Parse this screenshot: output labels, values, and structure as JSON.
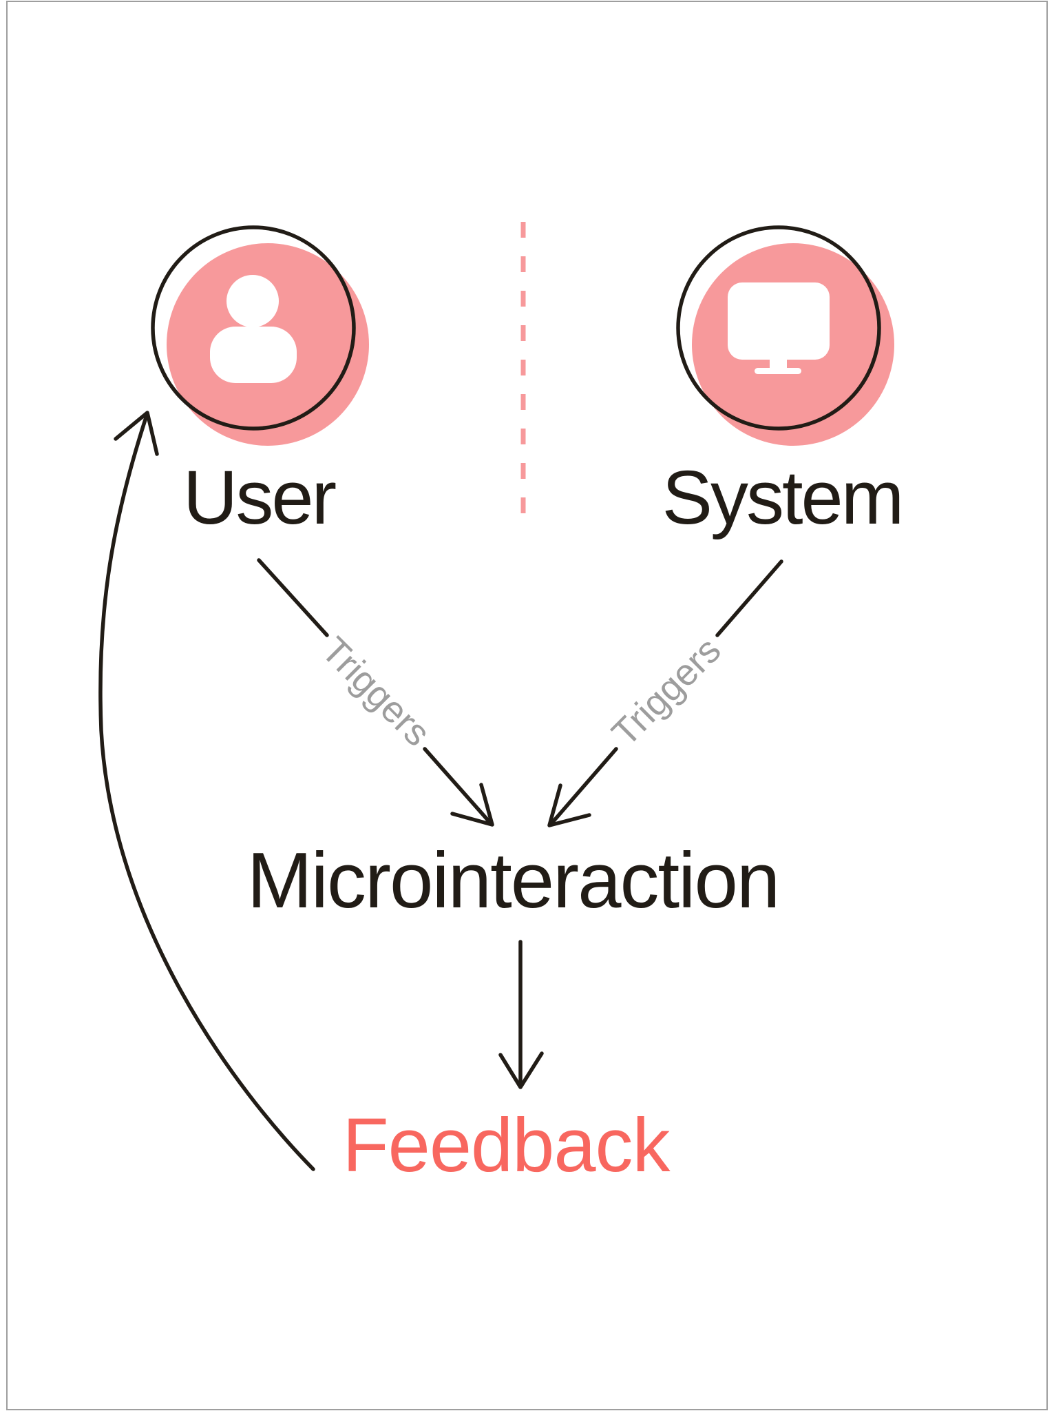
{
  "page": {
    "background": "#ffffff",
    "frame_color": "#9e9e9e"
  },
  "colors": {
    "ink": "#211c16",
    "accent_pink": "#f7999b",
    "accent_coral": "#f8675f",
    "label_gray": "#9d9d9d",
    "icon_white": "#ffffff"
  },
  "diagram": {
    "actors": [
      {
        "id": "user",
        "label": "User",
        "icon": "user-icon"
      },
      {
        "id": "system",
        "label": "System",
        "icon": "monitor-icon"
      }
    ],
    "nodes": {
      "center": {
        "label": "Microinteraction"
      },
      "result": {
        "label": "Feedback"
      }
    },
    "edges": [
      {
        "from": "User",
        "to": "Microinteraction",
        "label": "Triggers"
      },
      {
        "from": "System",
        "to": "Microinteraction",
        "label": "Triggers"
      },
      {
        "from": "Microinteraction",
        "to": "Feedback",
        "label": ""
      },
      {
        "from": "Feedback",
        "to": "User",
        "label": ""
      }
    ]
  }
}
